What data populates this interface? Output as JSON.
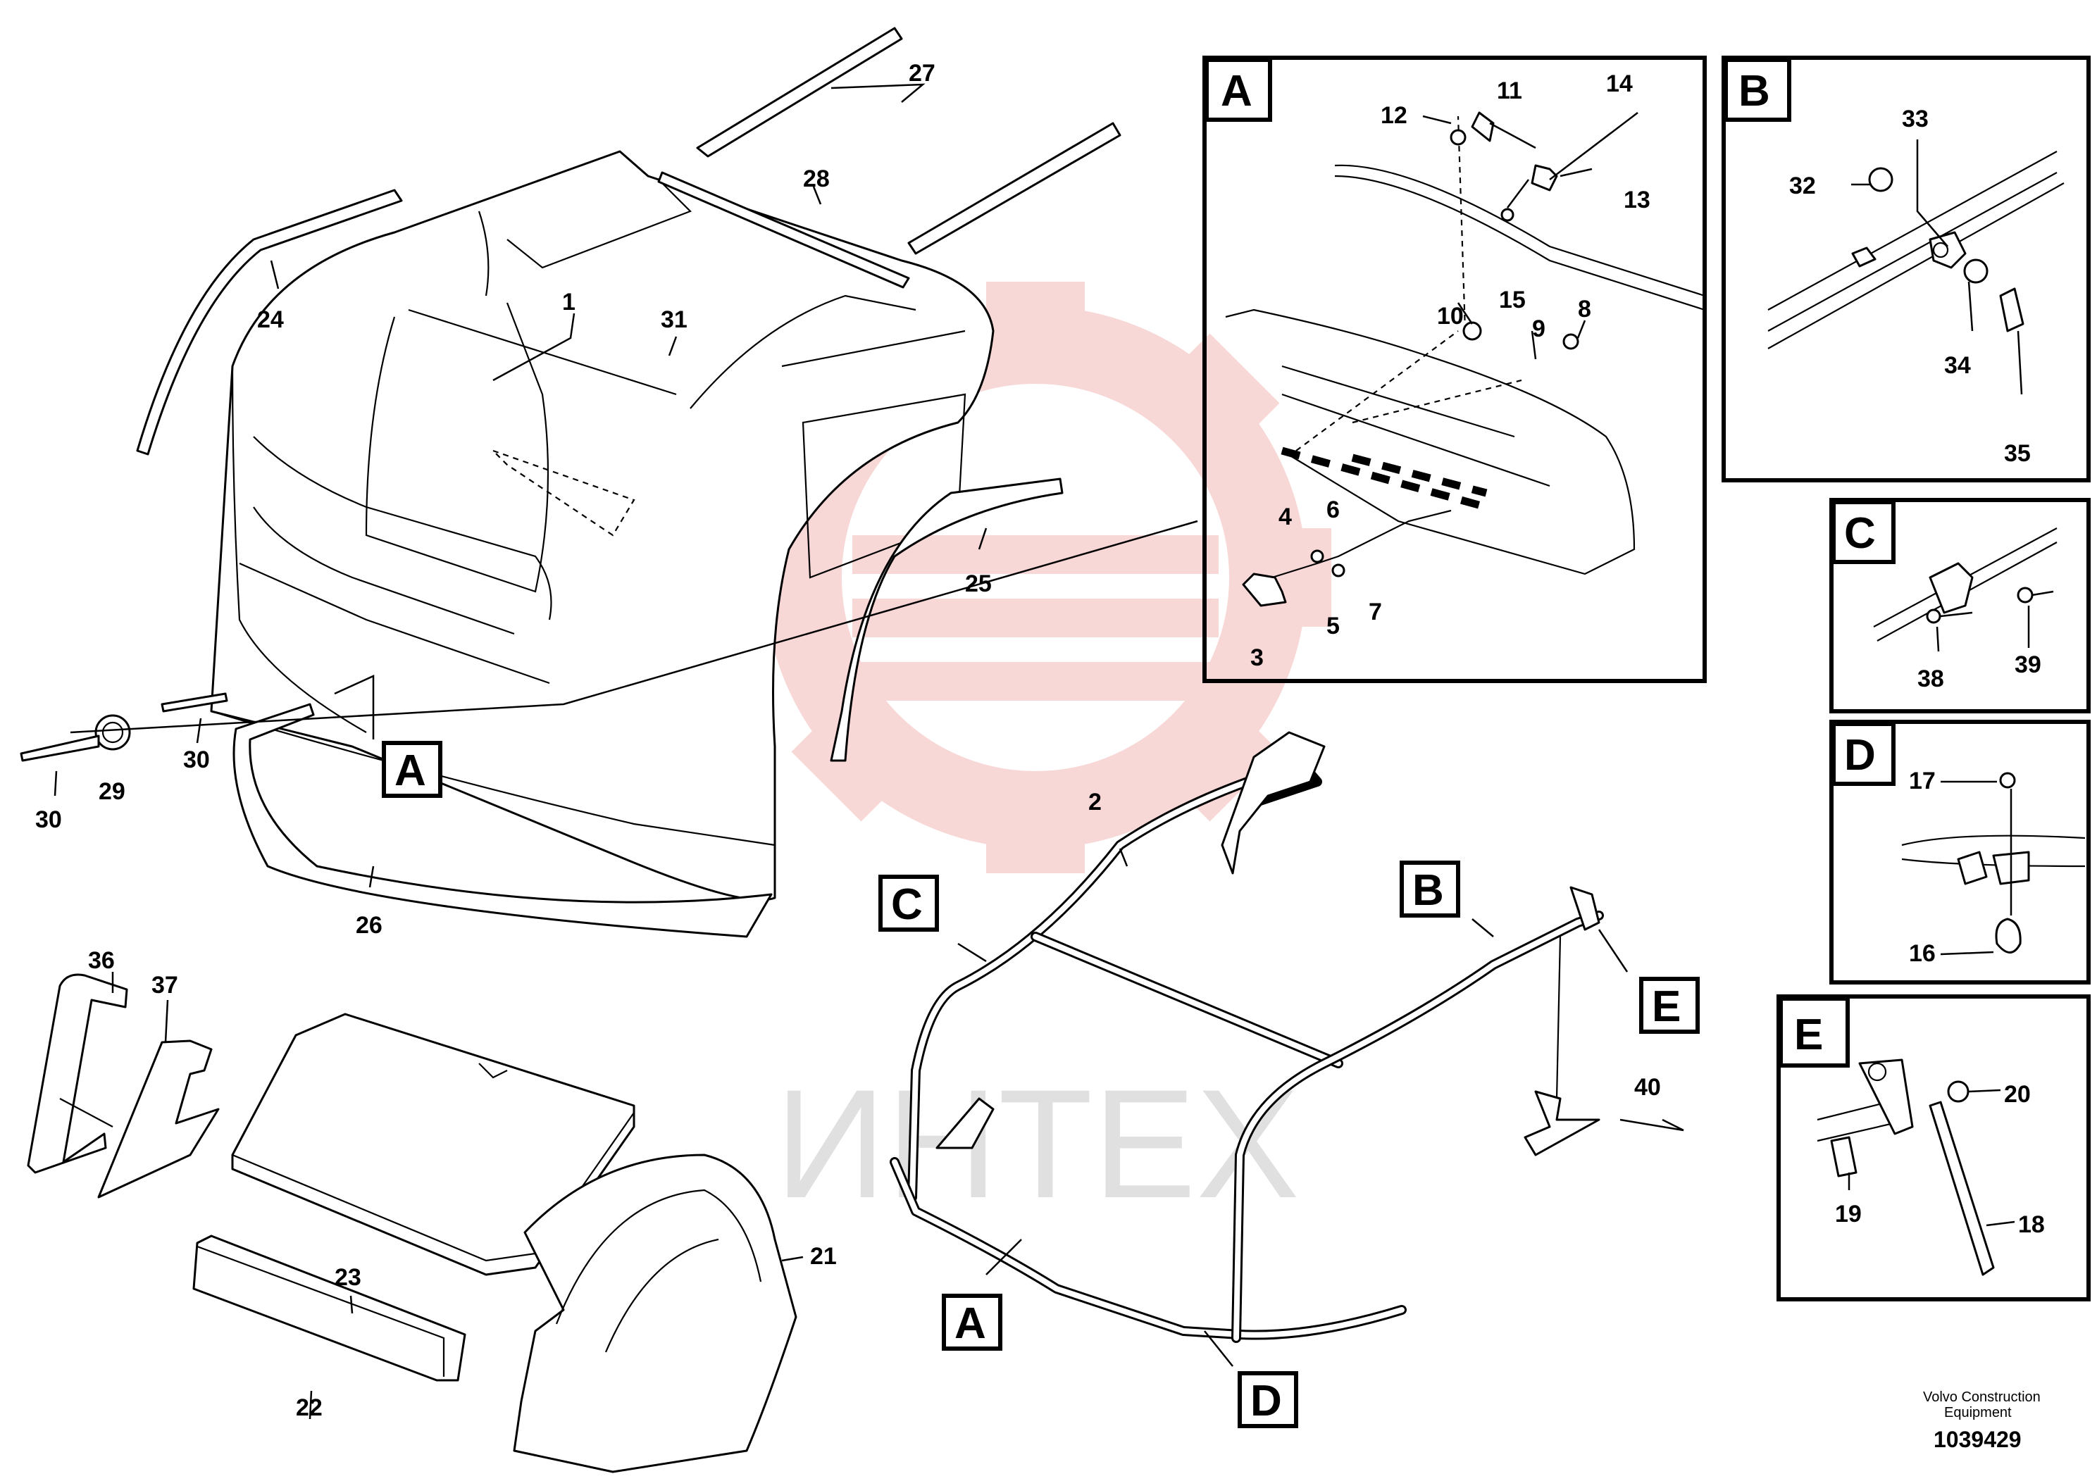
{
  "callouts": {
    "n1": "1",
    "n2": "2",
    "n3": "3",
    "n4": "4",
    "n5": "5",
    "n6": "6",
    "n7": "7",
    "n8": "8",
    "n9": "9",
    "n10": "10",
    "n11": "11",
    "n12": "12",
    "n13": "13",
    "n14": "14",
    "n15": "15",
    "n16": "16",
    "n17": "17",
    "n18": "18",
    "n19": "19",
    "n20": "20",
    "n21": "21",
    "n22": "22",
    "n23": "23",
    "n24": "24",
    "n25": "25",
    "n26": "26",
    "n27": "27",
    "n28": "28",
    "n29": "29",
    "n30": "30",
    "n31": "31",
    "n32": "32",
    "n33": "33",
    "n34": "34",
    "n35": "35",
    "n36": "36",
    "n37": "37",
    "n38": "38",
    "n39": "39",
    "n40": "40"
  },
  "detail_labels": {
    "a": "A",
    "b": "B",
    "c": "C",
    "d": "D",
    "e": "E"
  },
  "watermark": "ИНТЕХ",
  "footer": {
    "company": "Volvo Construction",
    "company_line2": "Equipment",
    "drawing_number": "1039429"
  },
  "colors": {
    "watermark": "#f4b8b8",
    "watermark_text": "#c8c8c8",
    "line": "#000000"
  }
}
